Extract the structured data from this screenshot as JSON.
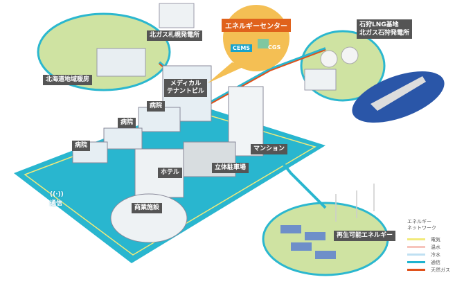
{
  "energy_center": {
    "title": "エネルギーセンター",
    "cems": "CEMS",
    "cgs": "CGS"
  },
  "labels": {
    "kitagas_sapporo": "北ガス札幌発電所",
    "hokkaido_heating": "北海道地域暖房",
    "medical_1": "メディカル",
    "medical_2": "テナントビル",
    "hospital_a": "病院",
    "hospital_b": "病院",
    "hospital_c": "病院",
    "mansion": "マンション",
    "parking": "立体駐車場",
    "hotel": "ホテル",
    "commercial": "商業施設",
    "telecom": "通信",
    "lng_1": "石狩LNG基地",
    "lng_2": "北ガス石狩発電所",
    "renewable": "再生可能エネルギー"
  },
  "legend": {
    "title_1": "エネルギー",
    "title_2": "ネットワーク",
    "items": [
      {
        "label": "電気",
        "color": "#f2ea7a"
      },
      {
        "label": "温水",
        "color": "#f7c4bc"
      },
      {
        "label": "冷水",
        "color": "#bfe0f2"
      },
      {
        "label": "通信",
        "color": "#1fb3cf"
      },
      {
        "label": "天然ガス",
        "color": "#e0501a"
      }
    ]
  }
}
